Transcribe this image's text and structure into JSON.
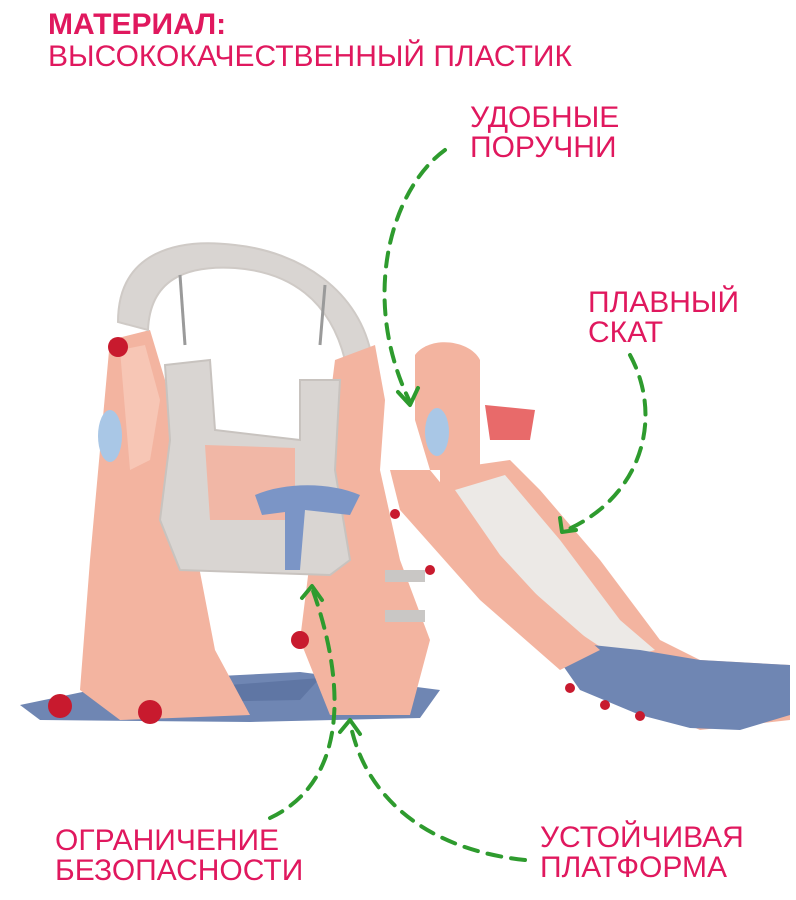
{
  "material": {
    "title": "МАТЕРИАЛ:",
    "value": "ВЫСОКОКАЧЕСТВЕННЫЙ ПЛАСТИК"
  },
  "callouts": {
    "handrails": {
      "line1": "УДОБНЫЕ",
      "line2": "ПОРУЧНИ"
    },
    "smooth_slope": {
      "line1": "ПЛАВНЫЙ",
      "line2": "СКАТ"
    },
    "safety": {
      "line1": "ОГРАНИЧЕНИЕ",
      "line2": "БЕЗОПАСНОСТИ"
    },
    "platform": {
      "line1": "УСТОЙЧИВАЯ",
      "line2": "ПЛАТФОРМА"
    }
  },
  "colors": {
    "accent_text": "#e0185e",
    "arrow": "#2e9b2e",
    "frame_peach": "#f3b4a0",
    "base_blue": "#6f86b3",
    "arch_gray": "#d9d5d2",
    "slide_surface": "#ece9e6",
    "bolt_red": "#c81a2e",
    "seat_blue": "#7b95c6"
  }
}
